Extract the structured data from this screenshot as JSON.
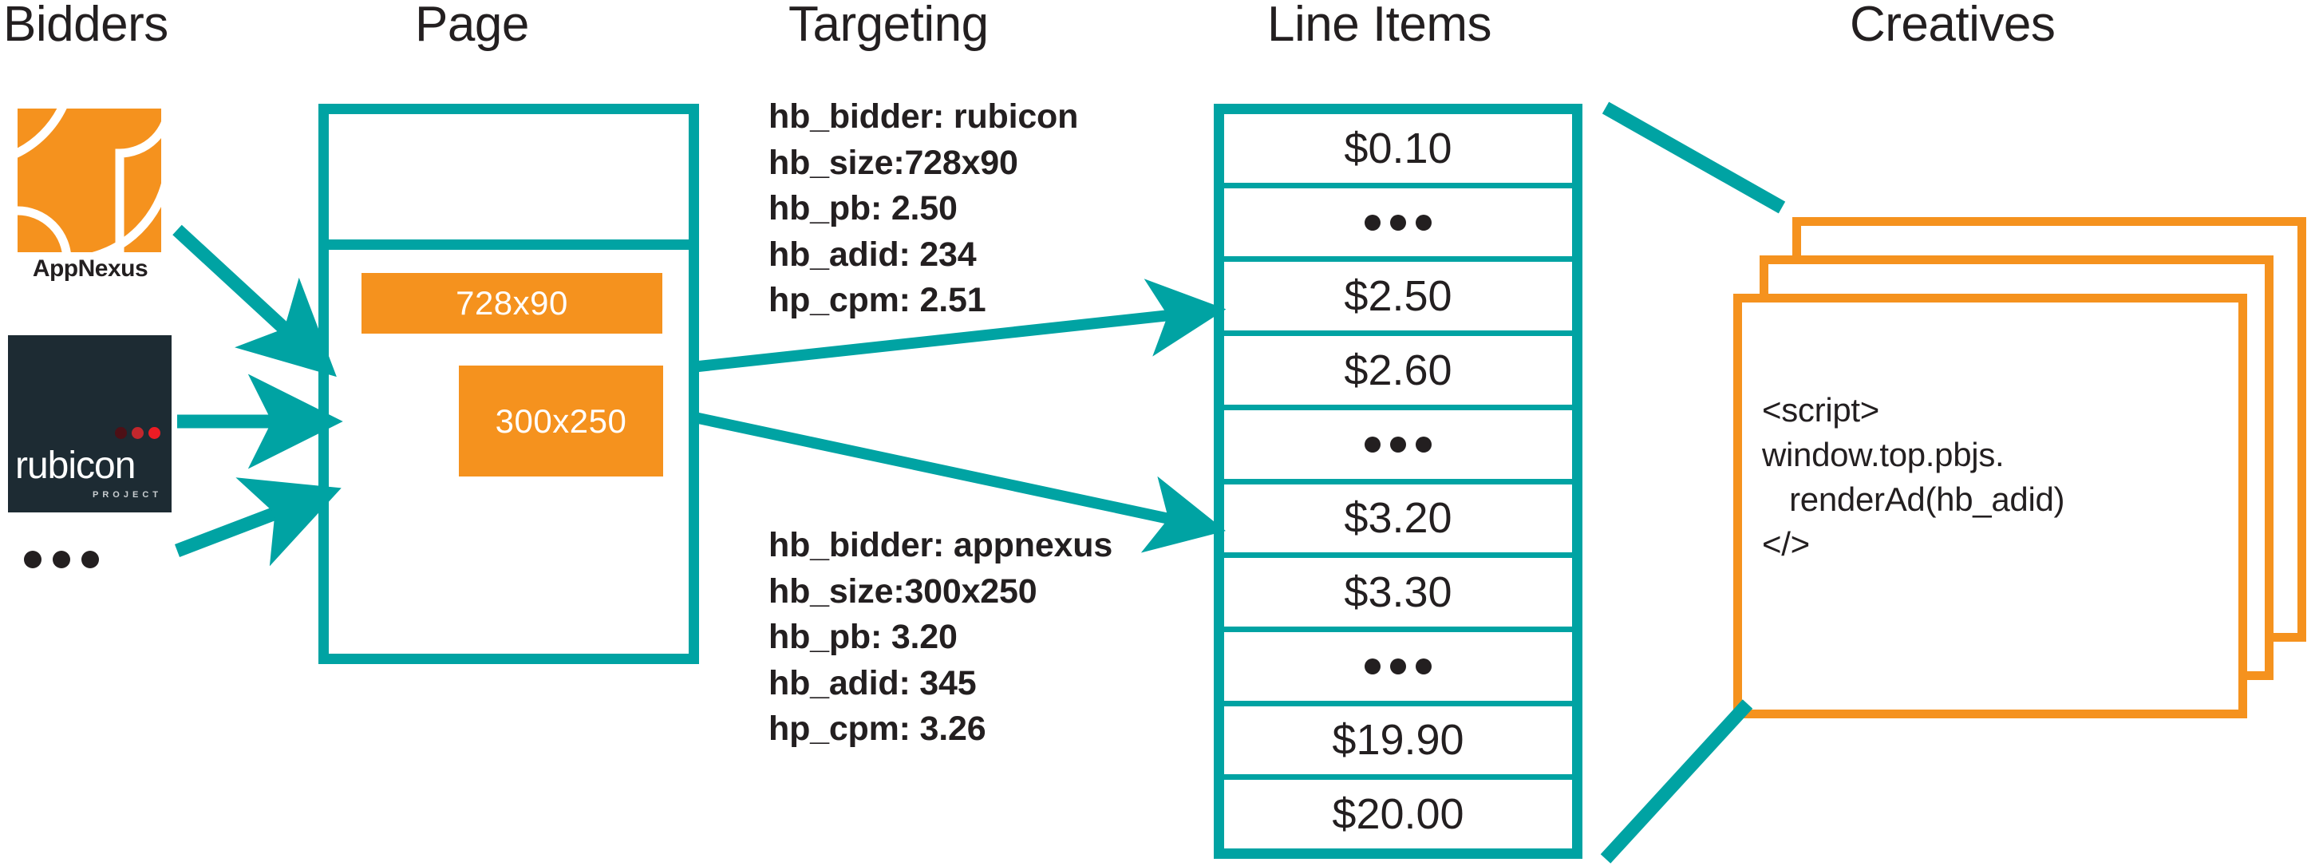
{
  "columns": [
    {
      "key": "bidders",
      "label": "Bidders"
    },
    {
      "key": "page",
      "label": "Page"
    },
    {
      "key": "targeting",
      "label": "Targeting"
    },
    {
      "key": "lineitems",
      "label": "Line Items"
    },
    {
      "key": "creatives",
      "label": "Creatives"
    }
  ],
  "bidders": {
    "appnexus": {
      "name": "AppNexus",
      "logo_icon": "appnexus-logo-icon",
      "brand_color": "#F5921E"
    },
    "rubicon": {
      "name": "rubicon",
      "subtitle": "PROJECT",
      "logo_icon": "rubicon-project-logo-icon",
      "brand_color": "#1D2B33"
    },
    "more_indicator": "•••"
  },
  "page": {
    "ad_slots": [
      {
        "label": "728x90",
        "fill": "#F5921E"
      },
      {
        "label": "300x250",
        "fill": "#F5921E"
      }
    ],
    "border_color": "#00A3A3"
  },
  "targeting": {
    "blocks": [
      {
        "id": "targeting-rubicon",
        "lines": [
          "hb_bidder: rubicon",
          "hb_size:728x90",
          "hb_pb: 2.50",
          "hb_adid: 234",
          "hp_cpm: 2.51"
        ]
      },
      {
        "id": "targeting-appnexus",
        "lines": [
          "hb_bidder: appnexus",
          "hb_size:300x250",
          "hb_pb: 3.20",
          "hb_adid: 345",
          "hp_cpm: 3.26"
        ]
      }
    ]
  },
  "line_items": {
    "border_color": "#00A3A3",
    "rows": [
      {
        "type": "price",
        "label": "$0.10"
      },
      {
        "type": "ellipsis",
        "label": "•••"
      },
      {
        "type": "price",
        "label": "$2.50"
      },
      {
        "type": "price",
        "label": "$2.60"
      },
      {
        "type": "ellipsis",
        "label": "•••"
      },
      {
        "type": "price",
        "label": "$3.20"
      },
      {
        "type": "price",
        "label": "$3.30"
      },
      {
        "type": "ellipsis",
        "label": "•••"
      },
      {
        "type": "price",
        "label": "$19.90"
      },
      {
        "type": "price",
        "label": "$20.00"
      }
    ]
  },
  "creatives": {
    "border_color": "#F5921E",
    "card_count": 3,
    "code": "<script>\nwindow.top.pbjs.\n   renderAd(hb_adid)\n</>"
  },
  "theme": {
    "teal": "#00A3A3",
    "orange": "#F5921E",
    "ink": "#231F20",
    "rubicon_navy": "#1D2B33"
  }
}
